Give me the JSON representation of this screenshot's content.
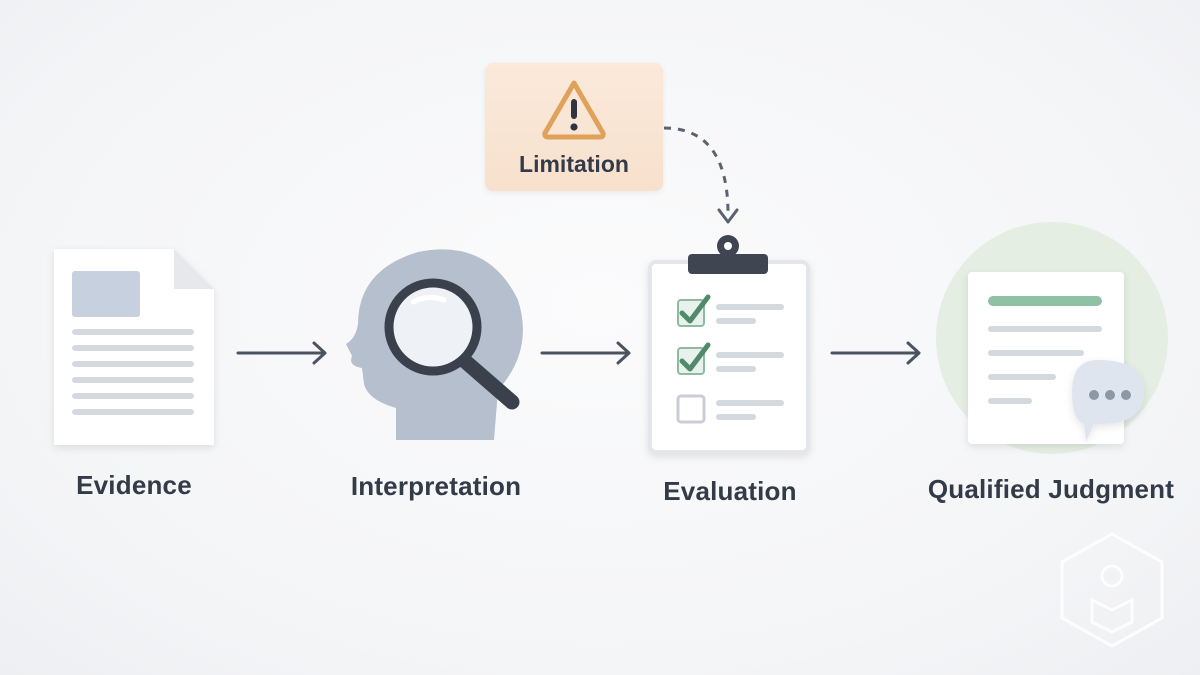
{
  "diagram": {
    "limitation": {
      "label": "Limitation",
      "icon": "warning-triangle-icon"
    },
    "steps": [
      {
        "label": "Evidence",
        "icon": "document-icon"
      },
      {
        "label": "Interpretation",
        "icon": "head-magnifier-icon"
      },
      {
        "label": "Evaluation",
        "icon": "clipboard-checklist-icon"
      },
      {
        "label": "Qualified Judgment",
        "icon": "report-speech-bubble-icon"
      }
    ]
  },
  "colors": {
    "arrow": "#4b5260",
    "limitation_bg": "#f8e4d2",
    "warning": "#e0a25a",
    "check_green": "#5f9a7c",
    "head_fill": "#b6bfcd",
    "judgment_circle": "#e4eee3"
  }
}
